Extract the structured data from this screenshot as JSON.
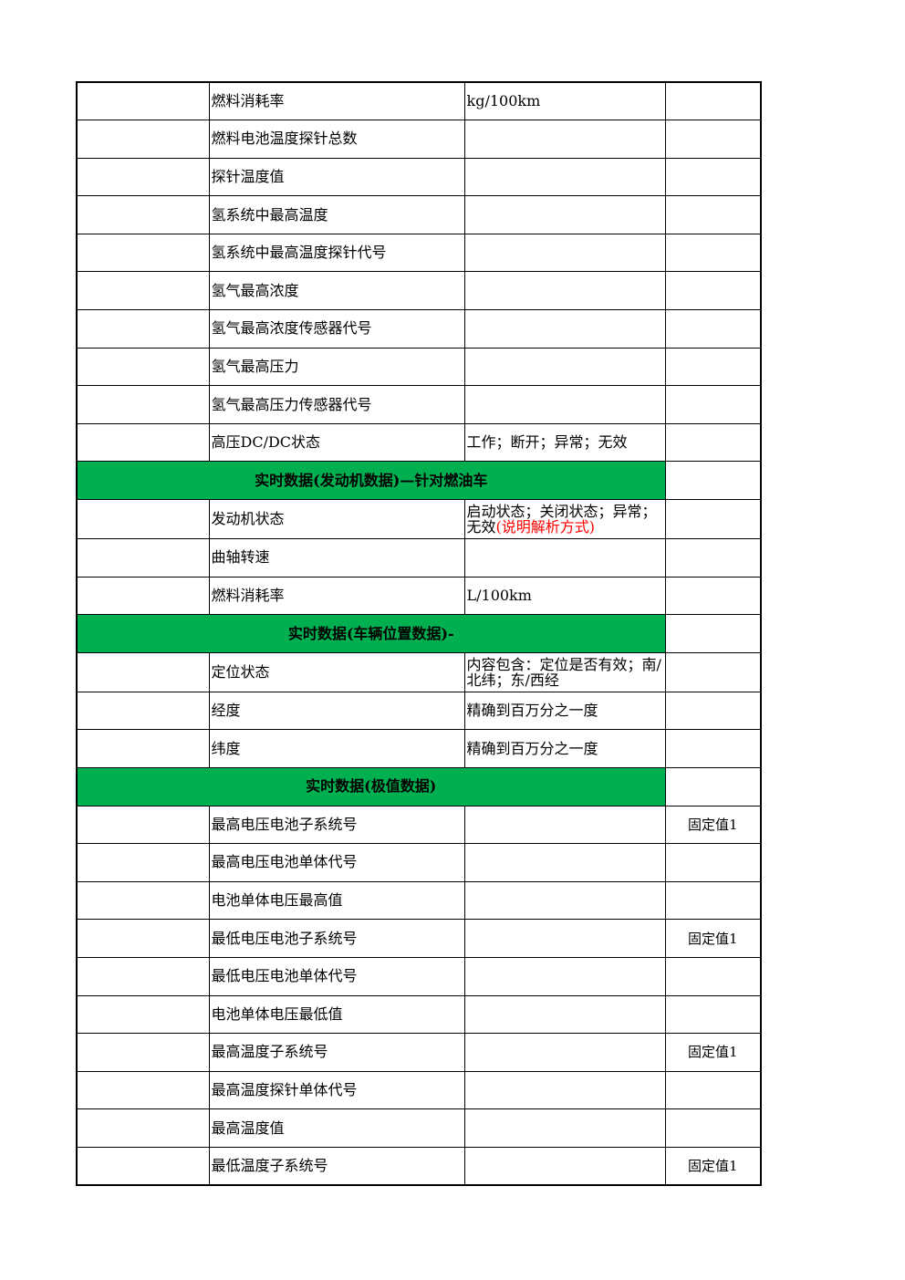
{
  "rows": [
    {
      "kind": "data",
      "name": "燃料消耗率",
      "note": "kg/100km",
      "extra": ""
    },
    {
      "kind": "data",
      "name": "燃料电池温度探针总数",
      "note": "",
      "extra": ""
    },
    {
      "kind": "data",
      "name": "探针温度值",
      "note": "",
      "extra": ""
    },
    {
      "kind": "data",
      "name": "氢系统中最高温度",
      "note": "",
      "extra": ""
    },
    {
      "kind": "data",
      "name": "氢系统中最高温度探针代号",
      "note": "",
      "extra": ""
    },
    {
      "kind": "data",
      "name": "氢气最高浓度",
      "note": "",
      "extra": ""
    },
    {
      "kind": "data",
      "name": "氢气最高浓度传感器代号",
      "note": "",
      "extra": ""
    },
    {
      "kind": "data",
      "name": "氢气最高压力",
      "note": "",
      "extra": ""
    },
    {
      "kind": "data",
      "name": "氢气最高压力传感器代号",
      "note": "",
      "extra": ""
    },
    {
      "kind": "data",
      "name": "高压DC/DC状态",
      "note": "工作；断开；异常；无效",
      "extra": ""
    },
    {
      "kind": "section",
      "title": "实时数据(发动机数据)—针对燃油车"
    },
    {
      "kind": "data",
      "name": "发动机状态",
      "note": "启动状态；关闭状态；异常；无效",
      "note_red": "(说明解析方式)",
      "extra": "",
      "tall": true
    },
    {
      "kind": "data",
      "name": "曲轴转速",
      "note": "",
      "extra": ""
    },
    {
      "kind": "data",
      "name": "燃料消耗率",
      "note": "L/100km",
      "extra": ""
    },
    {
      "kind": "section",
      "title": "实时数据(车辆位置数据)-"
    },
    {
      "kind": "data",
      "name": "定位状态",
      "note": "内容包含：定位是否有效；南/北纬；东/西经",
      "extra": "",
      "tall": true
    },
    {
      "kind": "data",
      "name": "经度",
      "note": "精确到百万分之一度",
      "extra": ""
    },
    {
      "kind": "data",
      "name": "纬度",
      "note": "精确到百万分之一度",
      "extra": ""
    },
    {
      "kind": "section",
      "title": "实时数据(极值数据)"
    },
    {
      "kind": "data",
      "name": "最高电压电池子系统号",
      "note": "",
      "extra": "固定值1"
    },
    {
      "kind": "data",
      "name": "最高电压电池单体代号",
      "note": "",
      "extra": ""
    },
    {
      "kind": "data",
      "name": "电池单体电压最高值",
      "note": "",
      "extra": ""
    },
    {
      "kind": "data",
      "name": "最低电压电池子系统号",
      "note": "",
      "extra": "固定值1"
    },
    {
      "kind": "data",
      "name": "最低电压电池单体代号",
      "note": "",
      "extra": ""
    },
    {
      "kind": "data",
      "name": "电池单体电压最低值",
      "note": "",
      "extra": ""
    },
    {
      "kind": "data",
      "name": "最高温度子系统号",
      "note": "",
      "extra": "固定值1"
    },
    {
      "kind": "data",
      "name": "最高温度探针单体代号",
      "note": "",
      "extra": ""
    },
    {
      "kind": "data",
      "name": "最高温度值",
      "note": "",
      "extra": ""
    },
    {
      "kind": "data",
      "name": "最低温度子系统号",
      "note": "",
      "extra": "固定值1"
    }
  ]
}
